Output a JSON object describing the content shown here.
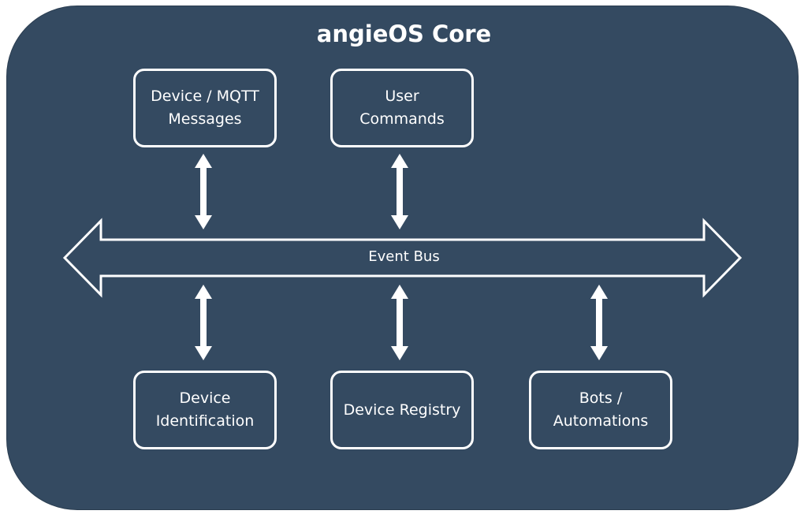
{
  "diagram": {
    "title": "angieOS Core",
    "bus_label": "Event Bus",
    "nodes": {
      "mqtt": "Device / MQTT\nMessages",
      "commands": "User\nCommands",
      "identification": "Device\nIdentification",
      "registry": "Device Registry",
      "bots": "Bots /\nAutomations"
    }
  },
  "colors": {
    "panel": "#344a61",
    "stroke": "#ffffff"
  }
}
